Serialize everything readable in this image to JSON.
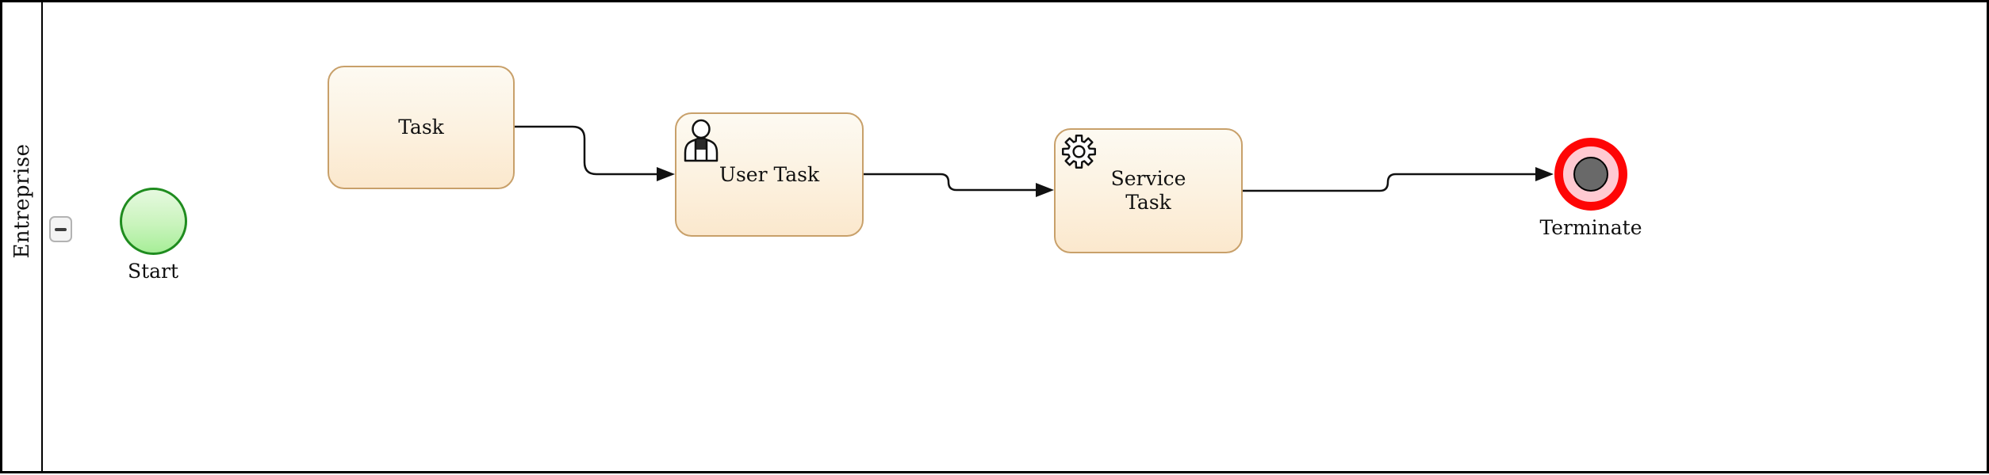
{
  "pool": {
    "label": "Entreprise",
    "collapse_button": {
      "icon": "minus-icon",
      "state": "expanded"
    }
  },
  "nodes": {
    "start": {
      "type": "start-event",
      "label": "Start"
    },
    "task": {
      "type": "task",
      "label": "Task"
    },
    "user_task": {
      "type": "user-task",
      "label": "User Task",
      "icon": "user-icon"
    },
    "service_task": {
      "type": "service-task",
      "label": "Service Task",
      "icon": "gear-icon"
    },
    "terminate": {
      "type": "terminate-end-event",
      "label": "Terminate"
    }
  },
  "flows": [
    {
      "name": "task-to-user-task",
      "from": "Task",
      "to": "User Task"
    },
    {
      "name": "user-task-to-service-task",
      "from": "User Task",
      "to": "Service Task"
    },
    {
      "name": "service-task-to-terminate",
      "from": "Service Task",
      "to": "Terminate"
    }
  ],
  "colors": {
    "task_fill_top": "#fdfaf2",
    "task_fill_bottom": "#fbe8cd",
    "task_border": "#c8a06a",
    "start_fill_top": "#e6f9e0",
    "start_fill_bottom": "#a7ee98",
    "start_border": "#1f8c1f",
    "terminate_ring": "#fe0505",
    "terminate_fill": "#ffc9d1",
    "terminate_core": "#696969",
    "flow_stroke": "#111111",
    "pool_border": "#000000"
  }
}
